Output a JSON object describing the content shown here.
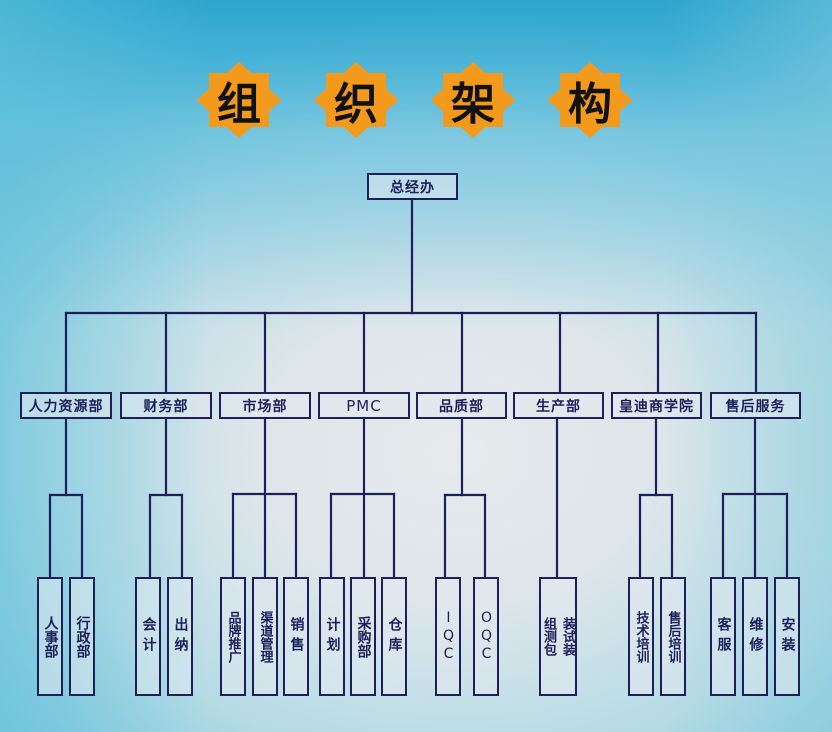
{
  "title": {
    "chars": [
      "组",
      "织",
      "架",
      "构"
    ],
    "star_color": "#f39a1d"
  },
  "colors": {
    "line": "#1c1f5a",
    "text": "#1c1f5a",
    "bg_top": "#29a8cf",
    "bg_center": "#e2e8eb"
  },
  "root": {
    "label": "总经办"
  },
  "departments": [
    {
      "label": "人力资源部",
      "children": [
        "人事部",
        "行政部"
      ]
    },
    {
      "label": "财务部",
      "children": [
        "会计",
        "出纳"
      ]
    },
    {
      "label": "市场部",
      "children": [
        "品牌推广",
        "渠道管理",
        "销售"
      ]
    },
    {
      "label": "PMC",
      "children": [
        "计划",
        "采购部",
        "仓库"
      ]
    },
    {
      "label": "品质部",
      "children": [
        "IQC",
        "OQC"
      ]
    },
    {
      "label": "生产部",
      "children": [
        "组装测试包装"
      ]
    },
    {
      "label": "皇迪商学院",
      "children": [
        "技术培训",
        "售后培训"
      ]
    },
    {
      "label": "售后服务",
      "children": [
        "客服",
        "维修",
        "安装"
      ]
    }
  ],
  "sub_units": {
    "hr_0": "人事部",
    "hr_1": "行政部",
    "fin_0": "会计",
    "fin_1": "出纳",
    "mkt_0": "品牌推广",
    "mkt_1": "渠道管理",
    "mkt_2": "销售",
    "pmc_0": "计划",
    "pmc_1": "采购部",
    "pmc_2": "仓库",
    "qa_0": "IQC",
    "qa_1": "OQC",
    "prod_0_col1": "组测包",
    "prod_0_col2": "装试装",
    "acad_0": "技术培训",
    "acad_1": "售后培训",
    "svc_0": "客服",
    "svc_1": "维修",
    "svc_2": "安装"
  }
}
